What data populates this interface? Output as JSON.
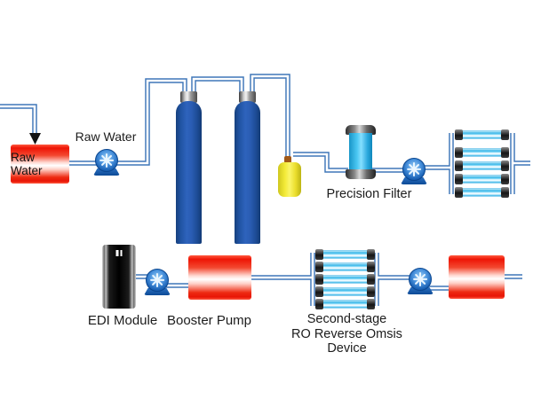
{
  "diagram_type": "water-treatment-process-flow",
  "labels": {
    "tank_raw_water": "Raw Water",
    "pump_raw_water": "Raw Water",
    "precision_filter": "Precision Filter",
    "edi_module": "EDI Module",
    "booster_pump": "Booster Pump",
    "second_stage_device": [
      "Second-stage",
      "RO Reverse Omsis",
      "Device"
    ]
  },
  "components": {
    "pumps": 4,
    "filter_columns": 2,
    "ro_membrane_stacks": [
      {
        "name": "first-stage-ro",
        "tubes": 5
      },
      {
        "name": "second-stage-ro",
        "tubes": 5
      }
    ],
    "red_vessels": [
      "raw-water-tank",
      "booster-pump-unit",
      "outlet-vessel"
    ],
    "yellow_vessel": 1,
    "precision_filter": 1,
    "edi_module": 1
  },
  "colors": {
    "pipe_blue": "#3f76b8",
    "vessel_red": "#ee1505",
    "column_blue": "#2458ae",
    "softener_yellow": "#f3ea38",
    "filter_cyan": "#3fc1f0",
    "ro_tube_cyan": "#45c0ee",
    "pump_blue": "#1a61b4",
    "edi_black": "#111111",
    "background": "#ffffff"
  }
}
